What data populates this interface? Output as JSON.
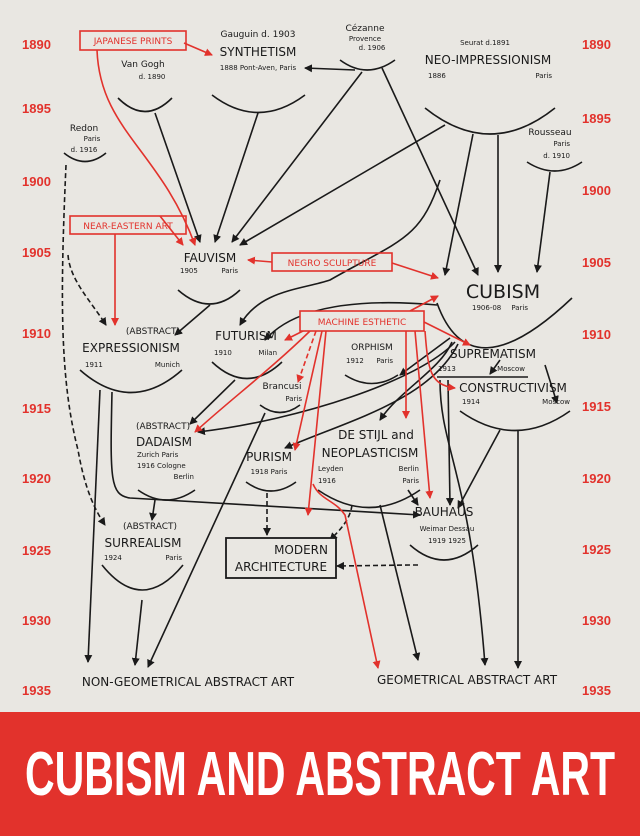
{
  "years_left": [
    "1890",
    "1895",
    "1900",
    "1905",
    "1910",
    "1915",
    "1920",
    "1925",
    "1930",
    "1935"
  ],
  "years_right": [
    "1890",
    "1895",
    "1900",
    "1905",
    "1910",
    "1915",
    "1920",
    "1925",
    "1930",
    "1935"
  ],
  "influences": {
    "japanese_prints": "JAPANESE PRINTS",
    "near_eastern_art": "NEAR-EASTERN ART",
    "negro_sculpture": "NEGRO SCULPTURE",
    "machine_esthetic": "MACHINE ESTHETIC"
  },
  "nodes": {
    "gauguin": {
      "artist": "Gauguin d. 1903",
      "name": "SYNTHETISM",
      "meta": "1888 Pont-Aven, Paris"
    },
    "cezanne": {
      "artist": "Cézanne",
      "place": "Provence",
      "death": "d. 1906"
    },
    "van_gogh": {
      "artist": "Van Gogh",
      "death": "d. 1890"
    },
    "seurat": {
      "artist": "Seurat d.1891",
      "name": "NEO-IMPRESSIONISM",
      "year": "1886",
      "place": "Paris"
    },
    "redon": {
      "artist": "Redon",
      "place": "Paris",
      "death": "d. 1916"
    },
    "rousseau": {
      "artist": "Rousseau",
      "place": "Paris",
      "death": "d. 1910"
    },
    "fauvism": {
      "name": "FAUVISM",
      "year": "1905",
      "place": "Paris"
    },
    "cubism": {
      "name": "CUBISM",
      "year": "1906-08",
      "place": "Paris"
    },
    "futurism": {
      "name": "FUTURISM",
      "year": "1910",
      "place": "Milan"
    },
    "expressionism": {
      "prefix": "(ABSTRACT)",
      "name": "EXPRESSIONISM",
      "year": "1911",
      "place": "Munich"
    },
    "orphism": {
      "name": "ORPHISM",
      "year": "1912",
      "place": "Paris"
    },
    "suprematism": {
      "name": "SUPREMATISM",
      "year": "1913",
      "place": "Moscow"
    },
    "constructivism": {
      "name": "CONSTRUCTIVISM",
      "year": "1914",
      "place": "Moscow"
    },
    "brancusi": {
      "artist": "Brancusi",
      "place": "Paris"
    },
    "dadaism": {
      "prefix": "(ABSTRACT)",
      "name": "DADAISM",
      "line1": "Zurich   Paris",
      "line2": "1916  Cologne",
      "line3": "Berlin"
    },
    "purism": {
      "name": "PURISM",
      "meta": "1918  Paris"
    },
    "de_stijl": {
      "name1": "DE STIJL and",
      "name2": "NEOPLASTICISM",
      "place1": "Leyden",
      "place2": "Berlin",
      "year": "1916",
      "place3": "Paris"
    },
    "bauhaus": {
      "name": "BAUHAUS",
      "places": "Weimar Dessau",
      "years": "1919      1925"
    },
    "surrealism": {
      "prefix": "(ABSTRACT)",
      "name": "SURREALISM",
      "year": "1924",
      "place": "Paris"
    },
    "modern_architecture": {
      "line1": "MODERN",
      "line2": "ARCHITECTURE"
    }
  },
  "outcomes": {
    "non_geometrical": "NON-GEOMETRICAL ABSTRACT ART",
    "geometrical": "GEOMETRICAL ABSTRACT ART"
  },
  "title": "CUBISM AND ABSTRACT ART",
  "colors": {
    "red": "#e2322c",
    "paper": "#e9e7e2",
    "ink": "#1a1a1a"
  }
}
